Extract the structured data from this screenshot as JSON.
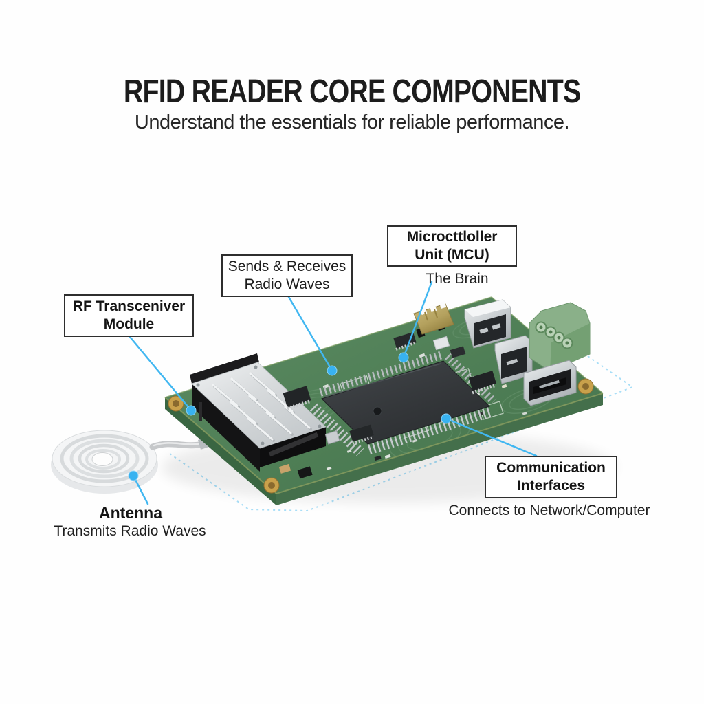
{
  "header": {
    "title": "RFID READER CORE COMPONENTS",
    "subtitle": "Understand the essentials for reliable performance."
  },
  "annotations": {
    "rf_module": {
      "line1": "RF Transceniver",
      "line2": "Module"
    },
    "transceiver_function": {
      "line1": "Sends & Receives",
      "line2": "Radio Waves"
    },
    "mcu": {
      "line1": "Microcttloller",
      "line2": "Unit (MCU)",
      "caption": "The Brain"
    },
    "comm": {
      "line1": "Communication",
      "line2": "Interfaces",
      "caption": "Connects to Network/Computer"
    },
    "antenna": {
      "label": "Antenna",
      "caption": "Transmits Radio Waves"
    }
  },
  "colors": {
    "leader": "#41b7f1",
    "callout_dot": "#38b2f0",
    "dashed_outline": "#a8def7",
    "label_border": "#2e2e2e",
    "title_ink": "#1c1c1c",
    "board_green": "#4e7e55",
    "shield_silver": "#d7dadc",
    "chip_black": "#35383b",
    "terminal_green": "#8ab089",
    "gold": "#b4a15e"
  }
}
